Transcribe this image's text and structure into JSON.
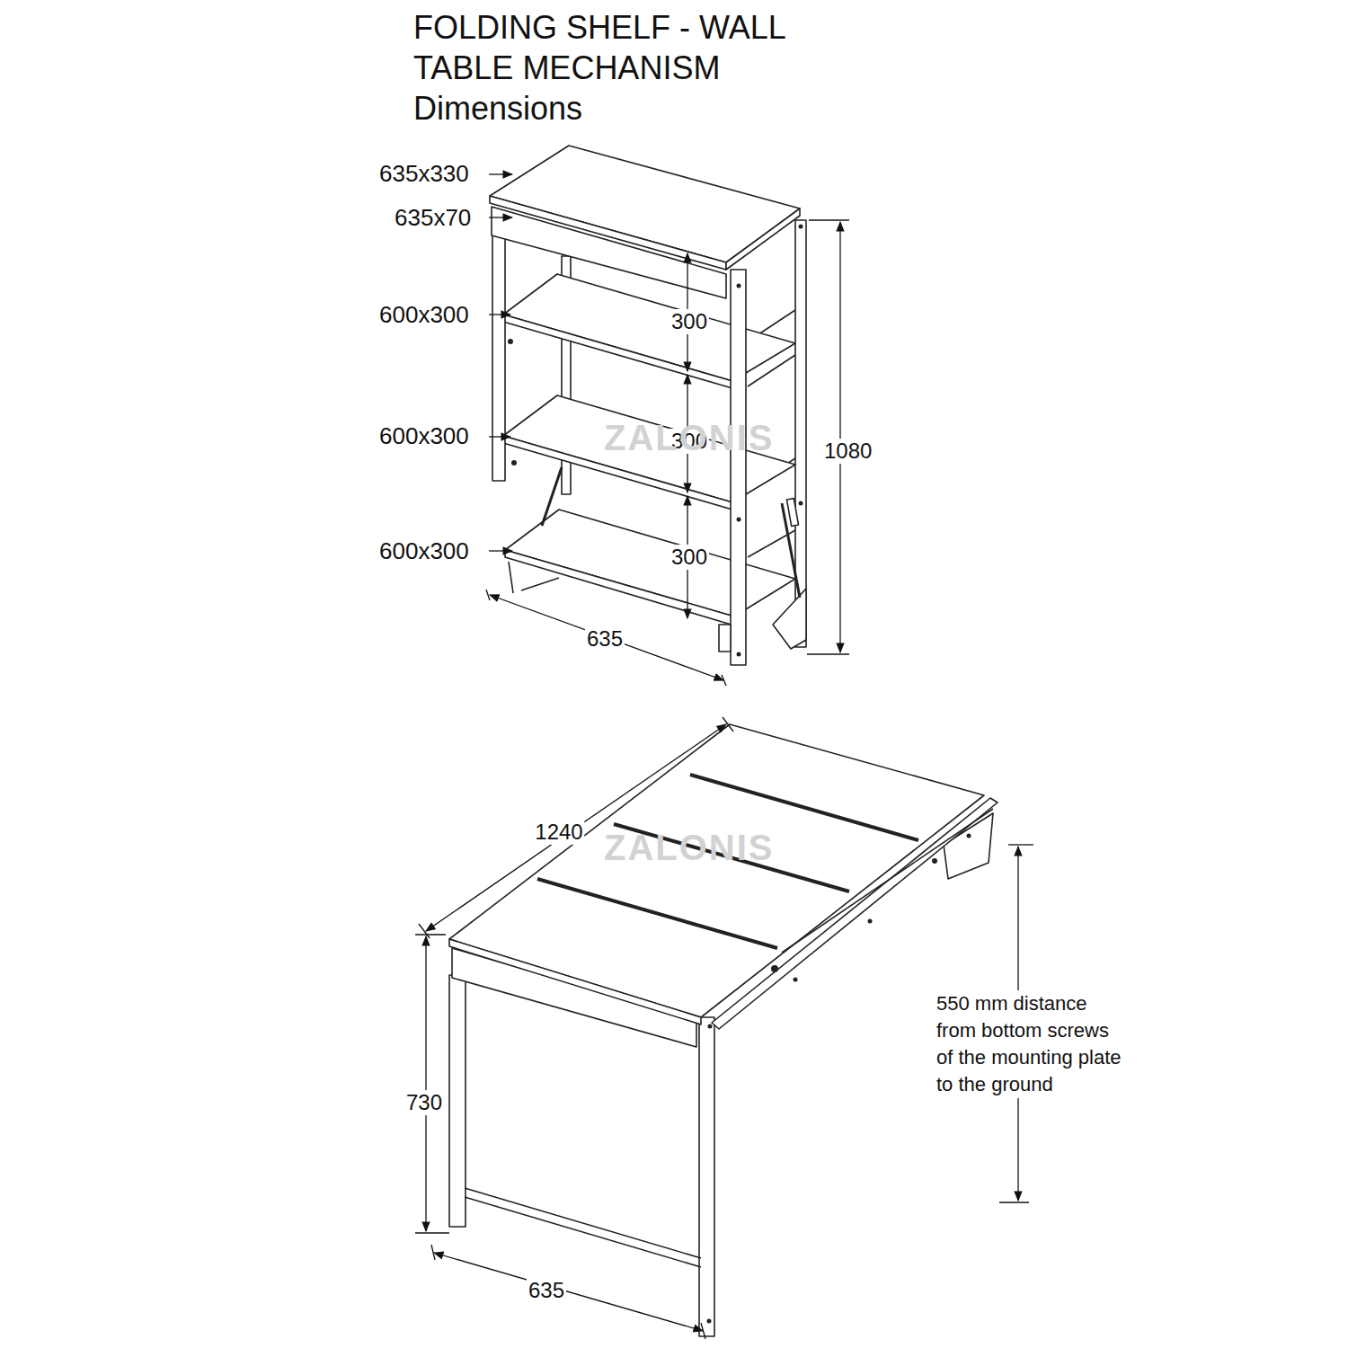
{
  "diagram": {
    "title": "FOLDING SHELF - WALL TABLE MECHANISM Dimensions",
    "labels": [
      "635x330",
      "635x70",
      "600x300",
      "600x300",
      "600x300",
      "300",
      "300",
      "300",
      "1080",
      "635",
      "ZALONIS",
      "1240",
      "ZALONIS",
      "730",
      "550 mm distance from bottom screws of the mounting plate to the ground",
      "635"
    ]
  }
}
